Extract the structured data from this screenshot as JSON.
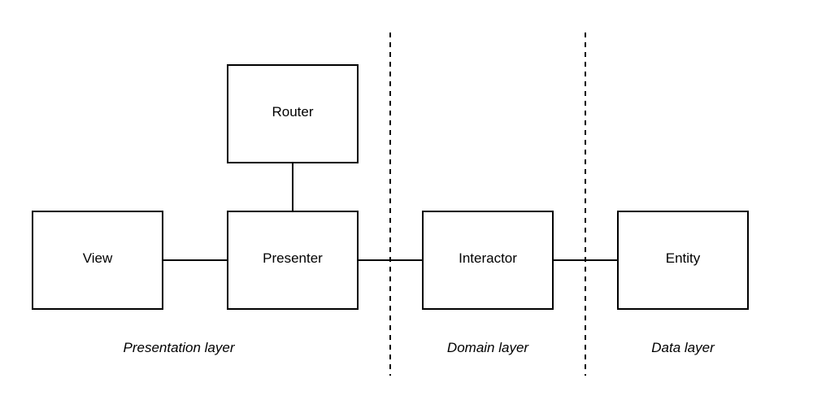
{
  "components": {
    "router": "Router",
    "view": "View",
    "presenter": "Presenter",
    "interactor": "Interactor",
    "entity": "Entity"
  },
  "layers": {
    "presentation": "Presentation layer",
    "domain": "Domain layer",
    "data": "Data layer"
  },
  "style": {
    "line_color": "#000000",
    "background": "#ffffff",
    "divider_style": "dashed"
  }
}
